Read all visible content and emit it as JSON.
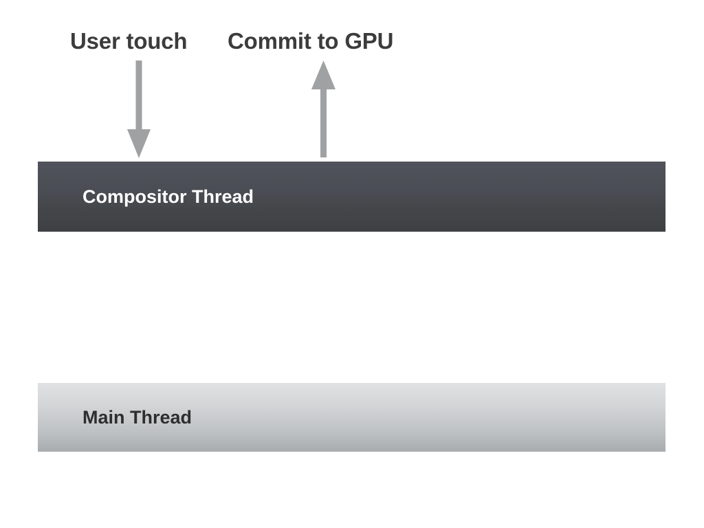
{
  "diagram": {
    "title_labels": [
      {
        "id": "user-touch",
        "text": "User touch"
      },
      {
        "id": "commit-to-gpu",
        "text": "Commit to GPU"
      }
    ],
    "arrows": [
      {
        "id": "user-touch-arrow",
        "direction": "down",
        "from": "User touch",
        "to": "Compositor Thread",
        "color": "#9fa1a2"
      },
      {
        "id": "commit-to-gpu-arrow",
        "direction": "up",
        "from": "Compositor Thread",
        "to": "Commit to GPU",
        "color": "#9fa1a2"
      }
    ],
    "threads": [
      {
        "id": "compositor-thread",
        "label": "Compositor Thread",
        "text_color": "#ffffff",
        "fill_top": "#50535b",
        "fill_bottom": "#3e4043"
      },
      {
        "id": "main-thread",
        "label": "Main Thread",
        "text_color": "#2e2e2e",
        "fill_top": "#e0e1e3",
        "fill_bottom": "#a9acae"
      }
    ],
    "background_color": "#ffffff",
    "label_color": "#3c3c3c"
  }
}
